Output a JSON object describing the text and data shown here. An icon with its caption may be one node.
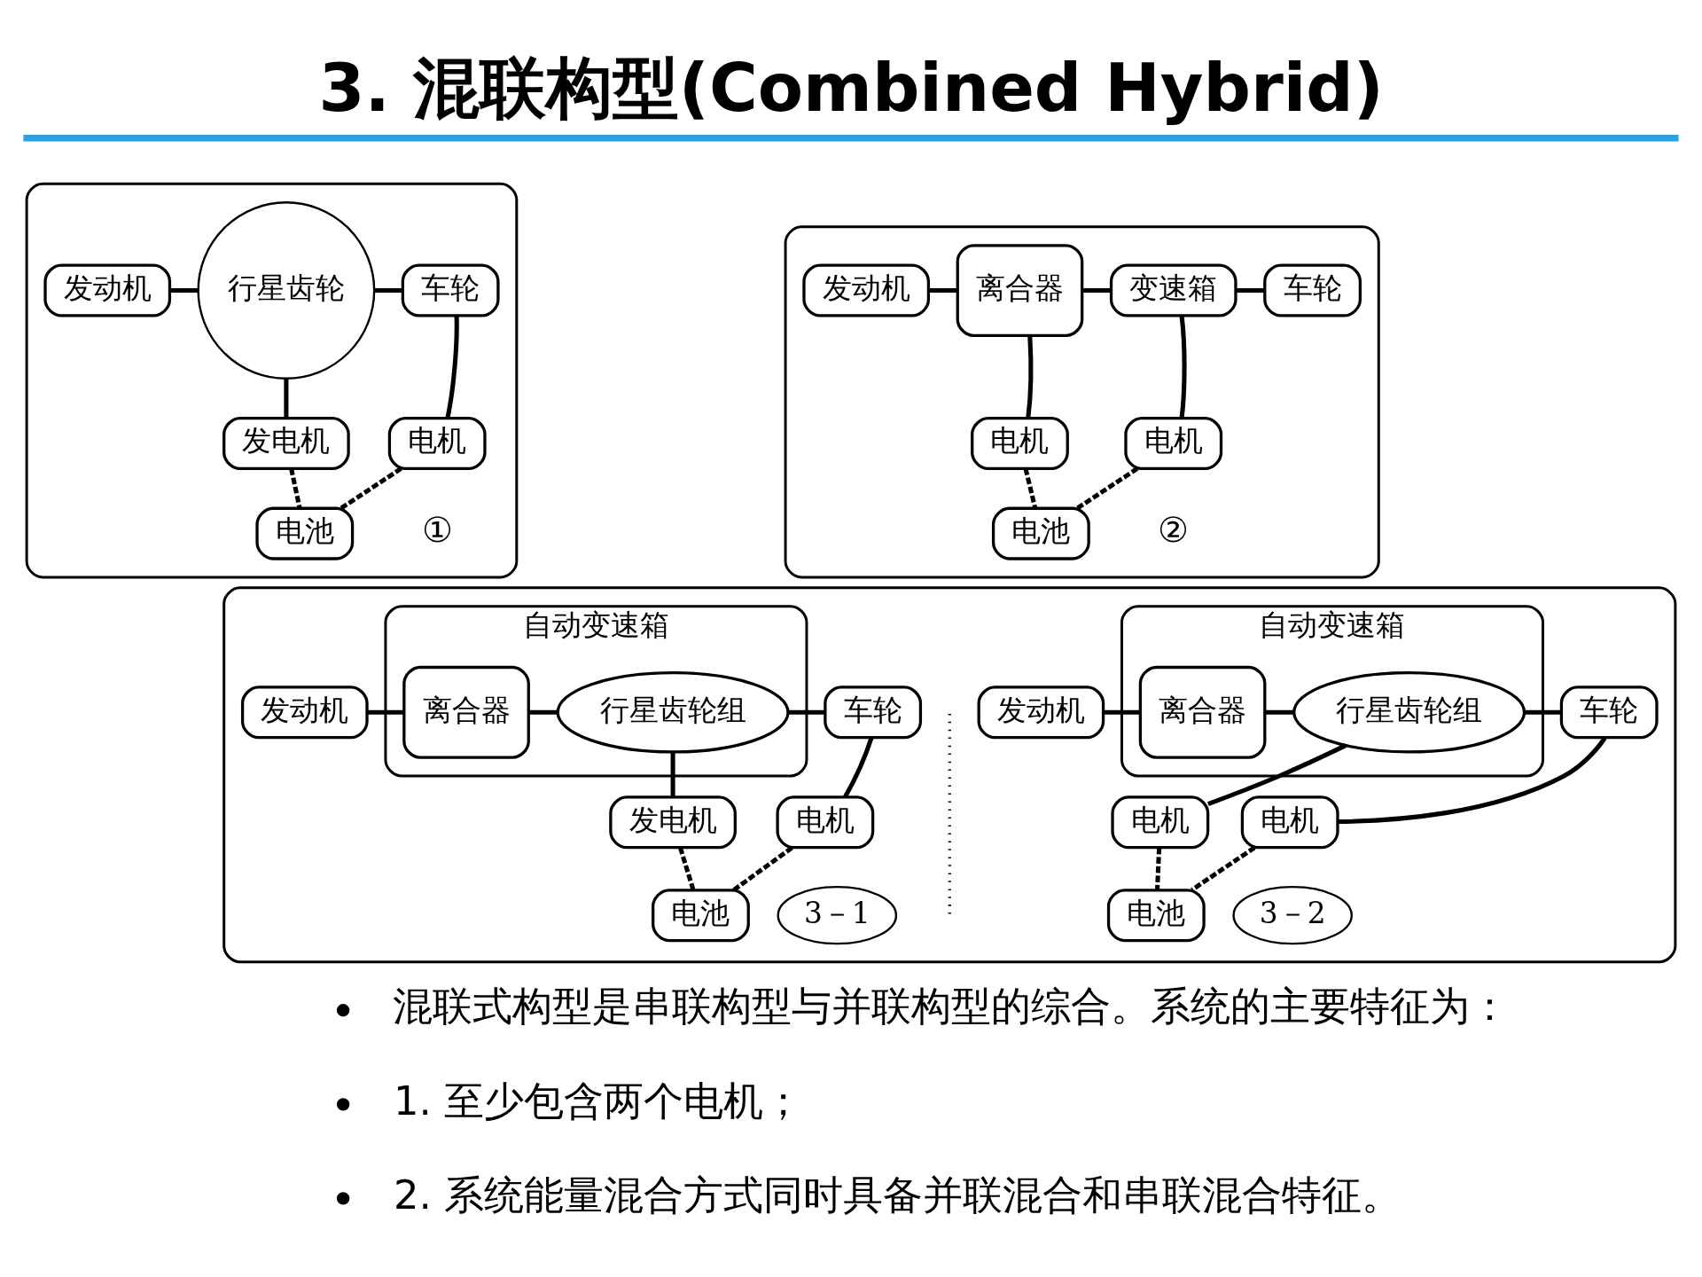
{
  "diagram": {
    "title": "3. 混联构型(Combined Hybrid)",
    "nodes": [
      {
        "text": [],
        "shape": "box"
      },
      {
        "text": [
          "发动机"
        ],
        "in": 0
      },
      {
        "text": [
          "行星齿轮"
        ],
        "in": 0
      },
      {
        "text": [
          "车轮"
        ],
        "in": 0
      },
      {
        "text": [
          "发电机"
        ],
        "in": 0
      },
      {
        "text": [
          "电机"
        ],
        "in": 0
      },
      {
        "text": [
          "电池"
        ],
        "in": 0
      },
      {
        "text": [
          "①"
        ],
        "in": 0
      },
      {
        "text": [],
        "shape": "box"
      },
      {
        "text": [
          "发动机"
        ],
        "in": 8
      },
      {
        "text": [
          "离合器"
        ],
        "in": 8
      },
      {
        "text": [
          "变速箱"
        ],
        "in": 8
      },
      {
        "text": [
          "车轮"
        ],
        "in": 8
      },
      {
        "text": [
          "电机"
        ],
        "in": 8
      },
      {
        "text": [
          "电机"
        ],
        "in": 8
      },
      {
        "text": [
          "电池"
        ],
        "in": 8
      },
      {
        "text": [
          "②"
        ],
        "in": 8
      },
      {
        "text": [],
        "shape": "box"
      },
      {
        "text": [
          "发动机"
        ],
        "in": 17
      },
      {
        "text": [
          "自动变速箱"
        ],
        "in": 17
      },
      {
        "text": [
          "离合器"
        ],
        "in": 19
      },
      {
        "text": [
          "行星齿轮组"
        ],
        "in": 19
      },
      {
        "text": [
          "车轮"
        ],
        "in": 17
      },
      {
        "text": [
          "发电机"
        ],
        "in": 17
      },
      {
        "text": [
          "电机"
        ],
        "in": 17
      },
      {
        "text": [
          "电池"
        ],
        "in": 17
      },
      {
        "text": [
          "3－1"
        ],
        "in": 17
      },
      {
        "text": [
          "发动机"
        ],
        "in": 17
      },
      {
        "text": [
          "自动变速箱"
        ],
        "in": 17
      },
      {
        "text": [
          "离合器"
        ],
        "in": 28
      },
      {
        "text": [
          "行星齿轮组"
        ],
        "in": 28
      },
      {
        "text": [
          "车轮"
        ],
        "in": 17
      },
      {
        "text": [
          "电机"
        ],
        "in": 17
      },
      {
        "text": [
          "电机"
        ],
        "in": 17
      },
      {
        "text": [
          "电池"
        ],
        "in": 17
      },
      {
        "text": [
          "3－2"
        ],
        "in": 17
      }
    ],
    "edges": [
      {
        "from": 1,
        "to": 2,
        "arrow": "none"
      },
      {
        "from": 2,
        "to": 3,
        "arrow": "none"
      },
      {
        "from": 5,
        "to": 3,
        "arrow": "none"
      },
      {
        "from": 2,
        "to": 4,
        "arrow": "none"
      },
      {
        "from": 4,
        "to": 6,
        "arrow": "none",
        "style": "dashed"
      },
      {
        "from": 5,
        "to": 6,
        "arrow": "none",
        "style": "dashed"
      },
      {
        "from": 9,
        "to": 10,
        "arrow": "none"
      },
      {
        "from": 13,
        "to": 10,
        "arrow": "none"
      },
      {
        "from": 10,
        "to": 11,
        "arrow": "none"
      },
      {
        "from": 14,
        "to": 11,
        "arrow": "none"
      },
      {
        "from": 11,
        "to": 12,
        "arrow": "none"
      },
      {
        "from": 13,
        "to": 15,
        "arrow": "none",
        "style": "dashed"
      },
      {
        "from": 14,
        "to": 15,
        "arrow": "none",
        "style": "dashed"
      },
      {
        "from": 18,
        "to": 20,
        "arrow": "none"
      },
      {
        "from": 20,
        "to": 21,
        "arrow": "none"
      },
      {
        "from": 21,
        "to": 22,
        "arrow": "none"
      },
      {
        "from": 24,
        "to": 22,
        "arrow": "none"
      },
      {
        "from": 21,
        "to": 23,
        "arrow": "none"
      },
      {
        "from": 23,
        "to": 25,
        "arrow": "none",
        "style": "dashed"
      },
      {
        "from": 24,
        "to": 25,
        "arrow": "none",
        "style": "dashed"
      },
      {
        "from": 27,
        "to": 29,
        "arrow": "none"
      },
      {
        "from": 29,
        "to": 30,
        "arrow": "none"
      },
      {
        "from": 32,
        "to": 30,
        "arrow": "none"
      },
      {
        "from": 30,
        "to": 31,
        "arrow": "none"
      },
      {
        "from": 33,
        "to": 31,
        "arrow": "none"
      },
      {
        "from": 32,
        "to": 34,
        "arrow": "none",
        "style": "dashed"
      },
      {
        "from": 33,
        "to": 34,
        "arrow": "none",
        "style": "dashed"
      }
    ],
    "labels": [
      "混联式构型是串联构型与并联构型的综合。系统的主要特征为：",
      "1. 至少包含两个电机；",
      "2. 系统能量混合方式同时具备并联混合和串联混合特征。"
    ]
  }
}
